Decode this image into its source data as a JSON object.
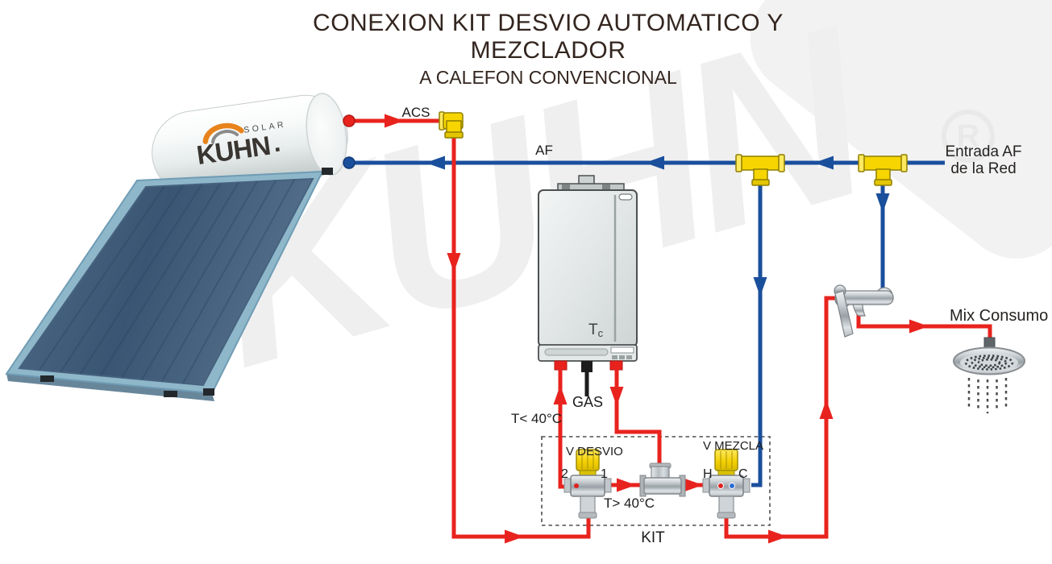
{
  "title": {
    "line1": "CONEXION KIT DESVIO AUTOMATICO Y MEZCLADOR",
    "line2": "A CALEFON CONVENCIONAL"
  },
  "watermark": {
    "brand": "KUHN",
    "registered_letter": "R"
  },
  "tank": {
    "brand": "KUHN",
    "brand_sub": "SOLAR"
  },
  "labels": {
    "acs": "ACS",
    "af": "AF",
    "entrada_line1": "Entrada AF",
    "entrada_line2": "de la Red",
    "gas": "GAS",
    "temp_below": "T< 40°C",
    "temp_above": "T> 40°C",
    "valve_diverter": "V DESVIO",
    "diverter_port_left": "2",
    "diverter_port_right": "1",
    "valve_mixer": "V MEZCLA",
    "mixer_port_hot": "H",
    "mixer_port_cold": "C",
    "kit": "KIT",
    "calefon_temp_main": "T",
    "calefon_temp_sub": "c",
    "mix_consumo": "Mix Consumo"
  },
  "colors": {
    "hot_pipe": "#e8231e",
    "cold_pipe": "#1a4f9c",
    "fitting_yellow": "#f6d500",
    "title_text": "#33251f"
  }
}
